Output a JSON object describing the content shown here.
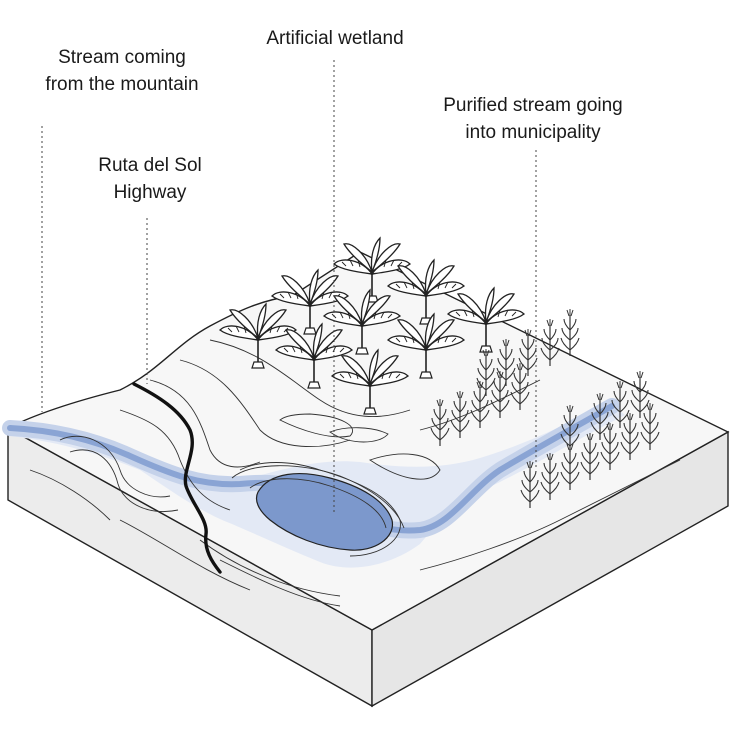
{
  "labels": {
    "stream_from_mountain": [
      "Stream coming",
      "from the mountain"
    ],
    "highway": [
      "Ruta del Sol",
      "Highway"
    ],
    "wetland": [
      "Artificial wetland"
    ],
    "purified_stream": [
      "Purified stream going",
      "into municipality"
    ]
  },
  "colors": {
    "water_dark": "#6f8fc8",
    "water_light": "#c9d5ec",
    "water_pale": "#e3e9f5",
    "block_top": "#f6f6f6",
    "block_side": "#ececec",
    "line": "#222222"
  },
  "icons": [
    "banana-tree-icon",
    "corn-plant-icon"
  ]
}
